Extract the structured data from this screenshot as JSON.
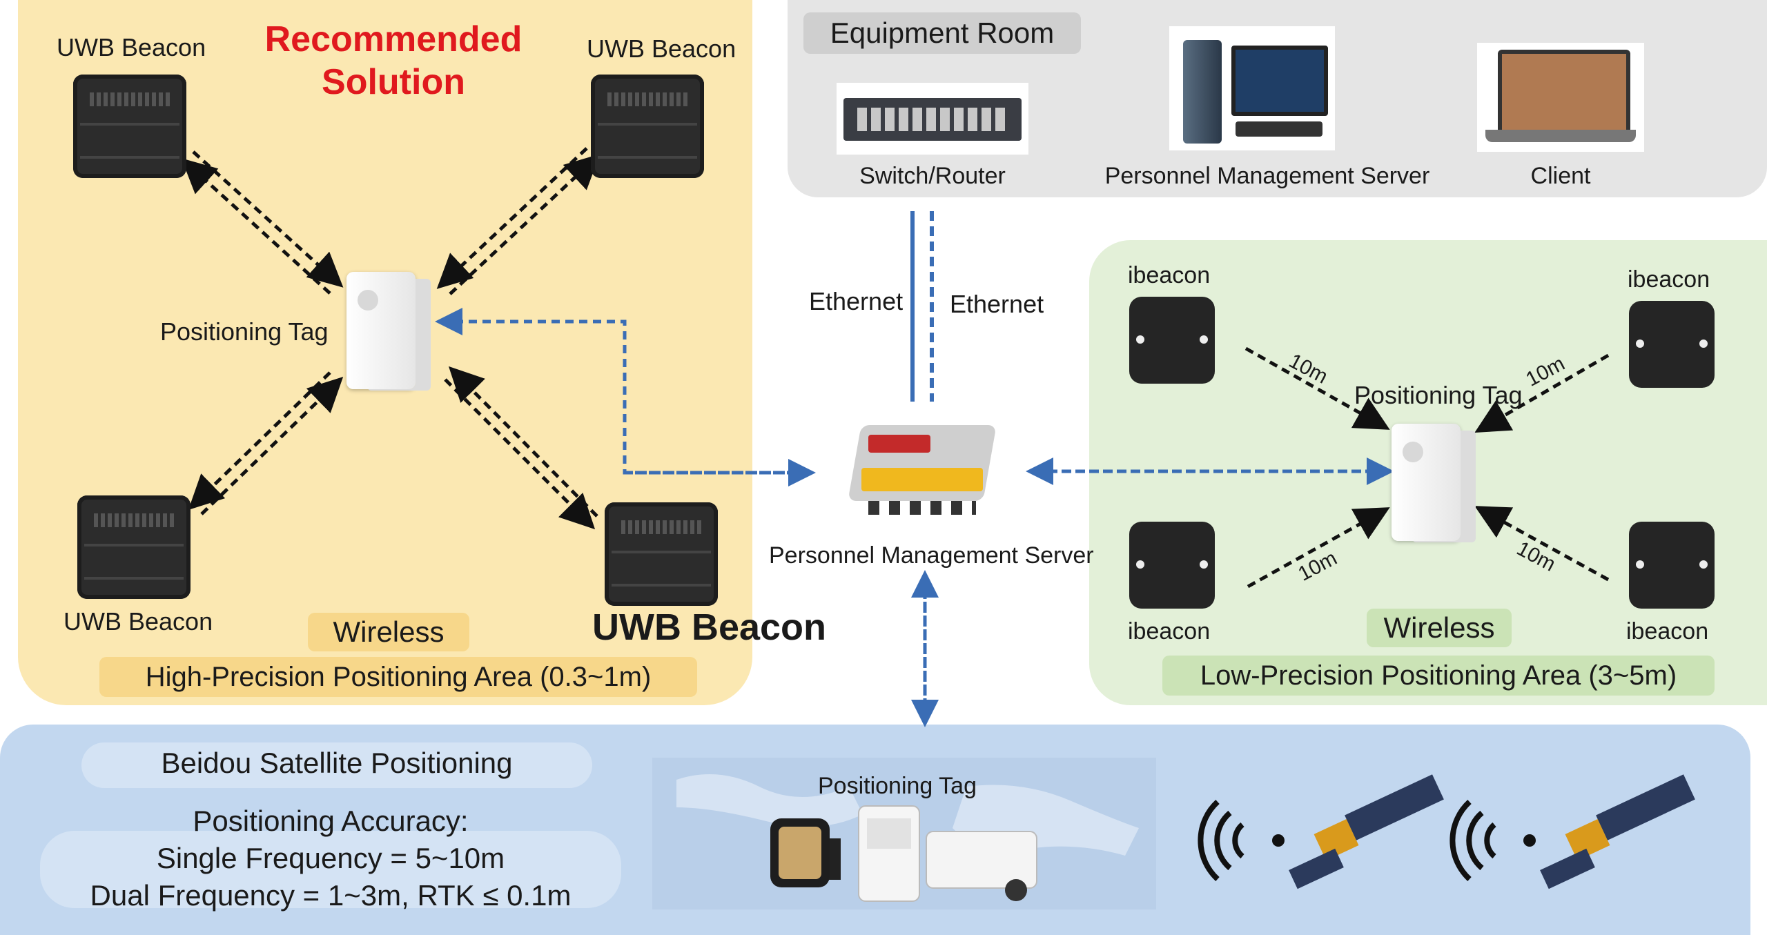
{
  "high_area": {
    "title": "Recommended Solution",
    "beacon_label": "UWB Beacon",
    "beacon_big_label": "UWB Beacon",
    "tag_label": "Positioning Tag",
    "wireless": "Wireless",
    "area_label": "High-Precision Positioning Area (0.3~1m)"
  },
  "equipment_room": {
    "title": "Equipment Room",
    "switch_label": "Switch/Router",
    "server_label": "Personnel Management Server",
    "client_label": "Client"
  },
  "links": {
    "ethernet_left": "Ethernet",
    "ethernet_right": "Ethernet",
    "server_label": "Personnel Management Server"
  },
  "low_area": {
    "ibeacon_label": "ibeacon",
    "tag_label": "Positioning Tag",
    "distance_label": "10m",
    "wireless": "Wireless",
    "area_label": "Low-Precision Positioning Area (3~5m)"
  },
  "beidou": {
    "title": "Beidou Satellite Positioning",
    "accuracy_title": "Positioning Accuracy:",
    "single_frequency": "Single Frequency = 5~10m",
    "dual_frequency": "Dual Frequency = 1~3m, RTK ≤ 0.1m",
    "tag_label": "Positioning Tag"
  },
  "colors": {
    "high_area": "#fbe8b2",
    "equipment_room": "#e5e5e5",
    "low_area": "#e3f0d8",
    "beidou_area": "#c2d7ef",
    "accent_red": "#e0191e",
    "link_blue": "#3a6db5"
  },
  "icons": [
    "uwb-beacon-icon",
    "ibeacon-icon",
    "positioning-tag-icon",
    "switch-icon",
    "server-computer-icon",
    "laptop-icon",
    "gateway-server-icon",
    "smartwatch-icon",
    "satellite-icon",
    "signal-waves-icon"
  ]
}
